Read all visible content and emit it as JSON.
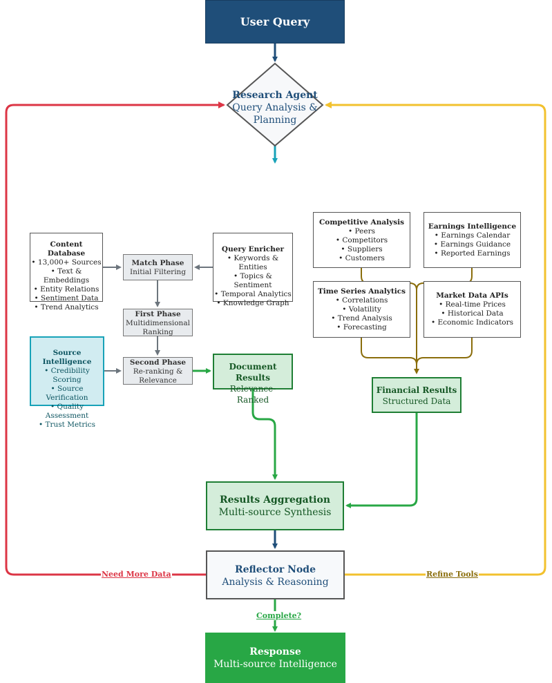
{
  "user_query": "User Query",
  "research_agent": {
    "title": "Research Agent",
    "line1": "Query Analysis &",
    "line2": "Planning"
  },
  "hub": {
    "title": "Tool Execution Hub"
  },
  "doc_tool": {
    "title": "Document Intelligence & Search Tool",
    "subtitle": "BigData.com Enterprise Search",
    "content_db": {
      "title": "Content Database",
      "items": [
        "• 13,000+ Sources",
        "• Text & Embeddings",
        "• Entity Relations",
        "• Sentiment Data",
        "• Trend Analytics"
      ]
    },
    "match_phase": {
      "title": "Match Phase",
      "line1": "Initial Filtering"
    },
    "query_enricher": {
      "title": "Query Enricher",
      "items": [
        "• Keywords & Entities",
        "• Topics & Sentiment",
        "• Temporal Analytics",
        "• Knowledge Graph"
      ]
    },
    "first_phase": {
      "title": "First Phase",
      "line1": "Multidimensional",
      "line2": "Ranking"
    },
    "source_intel": {
      "title": "Source Intelligence",
      "items": [
        "• Credibility Scoring",
        "• Source Verification",
        "• Quality Assessment",
        "• Trust Metrics"
      ]
    },
    "second_phase": {
      "title": "Second Phase",
      "line1": "Re-ranking &",
      "line2": "Relevance"
    },
    "doc_results": {
      "title": "Document Results",
      "line1": "Relevance-Ranked"
    }
  },
  "struct_tools": {
    "title": "Structured Data Tools Cluster",
    "competitive": {
      "title": "Competitive Analysis",
      "items": [
        "• Peers",
        "• Competitors",
        "• Suppliers",
        "• Customers"
      ]
    },
    "earnings": {
      "title": "Earnings Intelligence",
      "items": [
        "• Earnings Calendar",
        "• Earnings Guidance",
        "• Reported Earnings"
      ]
    },
    "timeseries": {
      "title": "Time Series Analytics",
      "items": [
        "• Correlations",
        "• Volatility",
        "• Trend Analysis",
        "• Forecasting"
      ]
    },
    "market": {
      "title": "Market Data APIs",
      "items": [
        "• Real-time Prices",
        "• Historical Data",
        "• Economic Indicators"
      ]
    },
    "financial_results": {
      "title": "Financial Results",
      "line1": "Structured Data"
    }
  },
  "aggregation": {
    "title": "Results Aggregation",
    "line1": "Multi-source Synthesis"
  },
  "reflector": {
    "title": "Reflector Node",
    "line1": "Analysis & Reasoning"
  },
  "labels": {
    "need_more": "Need More Data",
    "refine": "Refine Tools",
    "complete": "Complete?"
  },
  "response": {
    "title": "Response",
    "line1": "Multi-source Intelligence"
  },
  "colors": {
    "navy": "#1f4e79",
    "red": "#dc3545",
    "yellow": "#f2c12e",
    "green": "#28a745",
    "gray": "#6c757d",
    "teal": "#17a2b8",
    "olive": "#8a6d0b"
  }
}
